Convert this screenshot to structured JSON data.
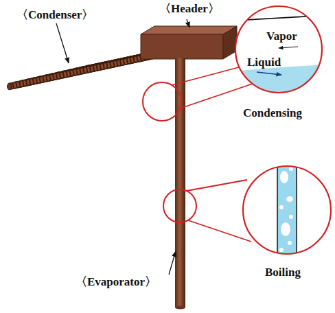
{
  "diagram": {
    "nodes": [
      {
        "text": [
          "Vapor",
          "Liquid",
          "Condensing"
        ]
      },
      {
        "text": [
          "Boiling"
        ]
      }
    ],
    "labels": [
      "〈Header〉",
      "〈Condenser〉",
      "〈Evaporator〉"
    ]
  }
}
